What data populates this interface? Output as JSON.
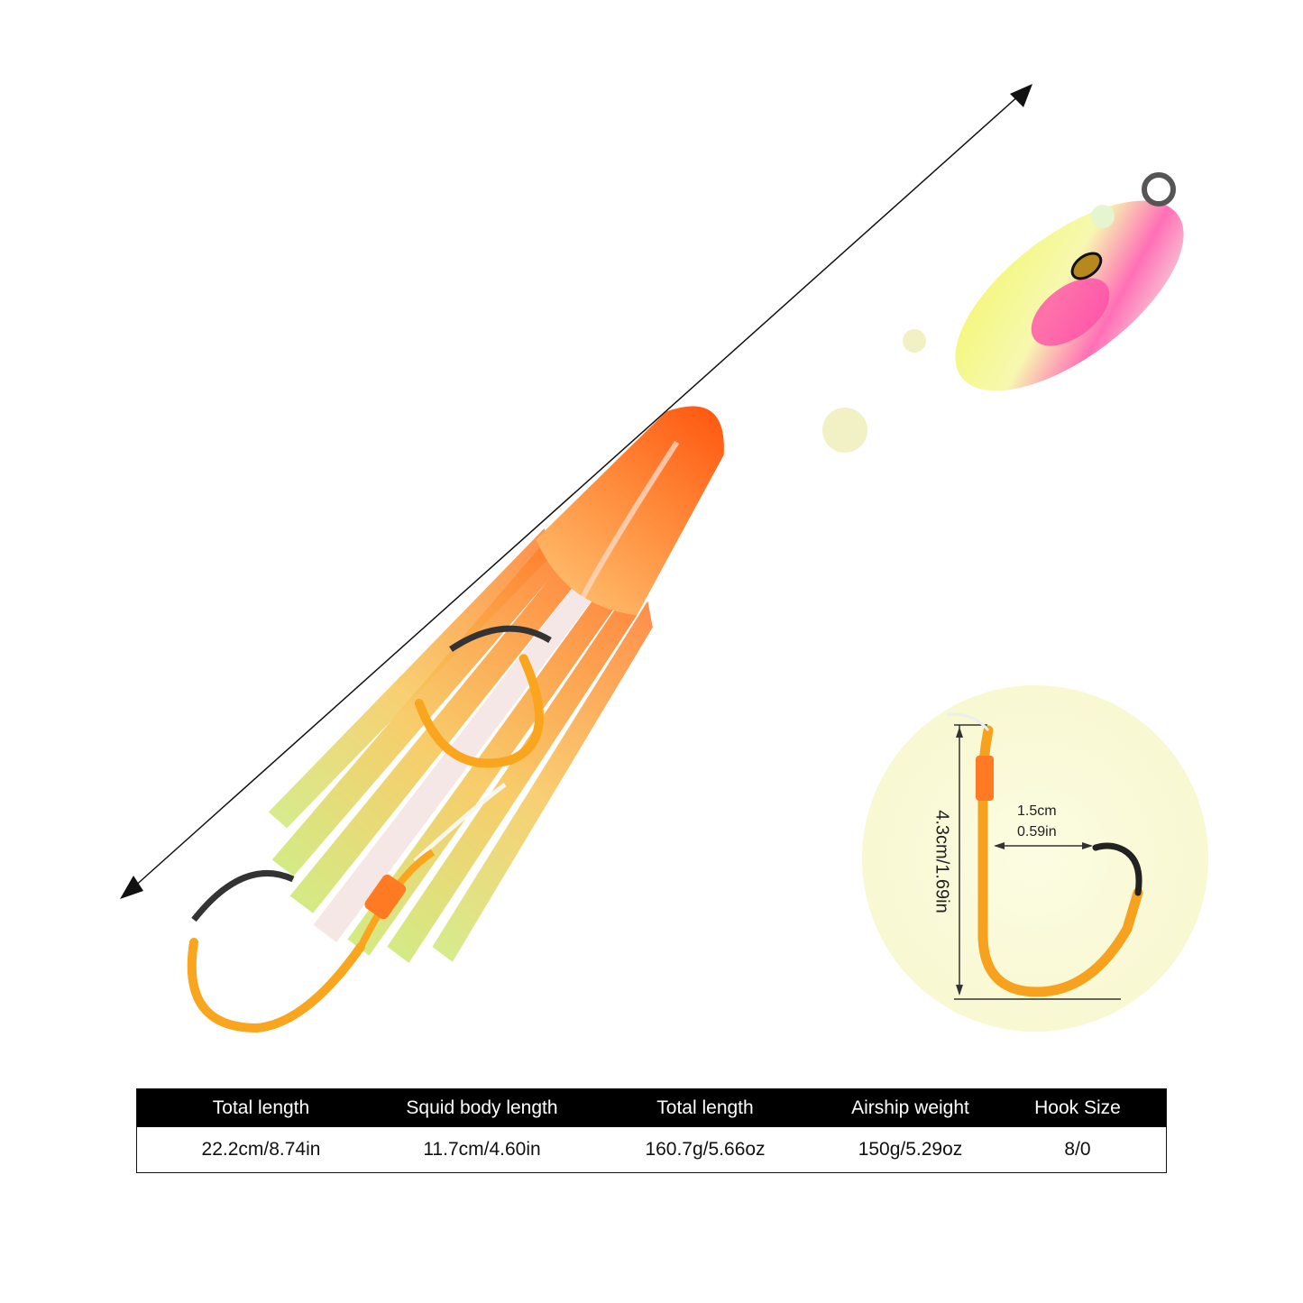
{
  "colors": {
    "background": "#ffffff",
    "table_header_bg": "#000000",
    "table_header_text": "#ffffff",
    "hook_orange": "#f7a21e",
    "skirt_orange": "#ff6a1a",
    "skirt_green": "#cde86a",
    "jig_yellow": "#eef55a",
    "jig_pink": "#ff4fa8",
    "inset_circle": "#fbfbd8"
  },
  "icons": [
    "double-arrow-icon",
    "squid-jig-illustration",
    "assist-hook-illustration"
  ],
  "hook_detail": {
    "height_label": "4.3cm/1.69in",
    "gap_label_cm": "1.5cm",
    "gap_label_in": "0.59in"
  },
  "specs": {
    "headers": [
      "Total length",
      "Squid body length",
      "Total length",
      "Airship weight",
      "Hook Size"
    ],
    "values": [
      "22.2cm/8.74in",
      "11.7cm/4.60in",
      "160.7g/5.66oz",
      "150g/5.29oz",
      "8/0"
    ]
  }
}
